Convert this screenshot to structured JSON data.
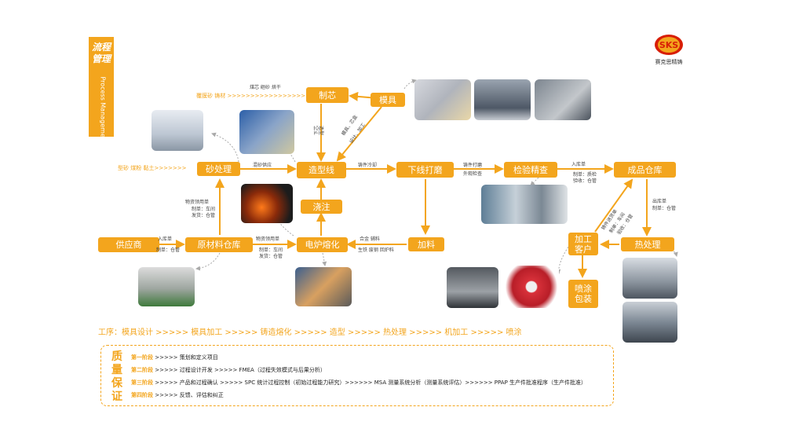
{
  "sidebar": {
    "title": "流程管理",
    "subtitle": "Process Management"
  },
  "logo": {
    "mark": "SKS",
    "text": "赛克思精铸"
  },
  "nodes": {
    "zhixin": "制芯",
    "moju": "模具",
    "shachuli": "砂处理",
    "zaoxingxian": "造型线",
    "xiaxian": "下线打磨",
    "jianyan": "检验精查",
    "chengpin": "成品仓库",
    "jiaozhu": "浇注",
    "gongyingshang": "供应商",
    "yuancailiao": "原材料仓库",
    "dianlu": "电炉熔化",
    "jialiao": "加料",
    "rechuli": "热处理",
    "jiagong_line1": "加工",
    "jiagong_line2": "客户",
    "pentu_line1": "喷涂",
    "pentu_line2": "包装"
  },
  "labels": {
    "fumoshaLine": "覆膜砂 铸材 >>>>>>>>>>>>>>>>>>>",
    "zhixinTop": "煤芯 砸砂 烘干",
    "yuanshaLine": "型砂 煤粉 黏土>>>>>>>",
    "hunsha": "混砂供应",
    "zhujianxialian": "铸件冷却",
    "zhujiandamo": "铸件打磨",
    "waiguanjiancha": "外观检查",
    "rukudan": "入库单",
    "rukudan_zhi": "制单：质检",
    "rukudan_yan": "验收：仓管",
    "chukudan": "出库单",
    "chukudan_zhi": "制单：仓管",
    "wuzi1": "物资领用单",
    "wuzi1_zhi": "制单：车间",
    "wuzi1_fa": "发货：仓管",
    "rukudan2": "入库单",
    "rukudan2_zhi": "制单：仓管",
    "wuzi2": "物资领用单",
    "wuzi2_zhi": "制单：车间",
    "wuzi2_fa": "发货：仓管",
    "hejin": "合金 辅料",
    "shengtie": "生铁 废钢 回炉料",
    "mojuDiag1": "模具、芯盒",
    "mojuDiag2": "设计、加工",
    "xiaxin": "下芯",
    "xiaxin2": "造型",
    "gongxu1": "铸件送货单",
    "gongxu2": "制单：车间",
    "gongxu3": "验收：仓管"
  },
  "process_line": "工序：模具设计 >>>>> 模具加工 >>>>> 铸造熔化 >>>>> 造型 >>>>> 热处理 >>>>> 机加工 >>>>> 喷涂",
  "quality": {
    "chars": [
      "质",
      "量",
      "保",
      "证"
    ],
    "rows": [
      {
        "stage": "第一阶段",
        "text": " >>>>>  策划和定义项目"
      },
      {
        "stage": "第二阶段",
        "text": " >>>>>  过程设计开发 >>>>> FMEA（过程失效模式与后果分析）"
      },
      {
        "stage": "第三阶段",
        "text": " >>>>>  产品和过程确认 >>>>> SPC 统计过程控制（初始过程能力研究）>>>>>> MSA 测量系统分析（测量系统评估）>>>>>> PPAP 生产件批准程序（生产件批准）"
      },
      {
        "stage": "第四阶段",
        "text": " >>>>>  反馈、评估和纠正"
      }
    ]
  },
  "colors": {
    "accent": "#f3a51d",
    "text": "#444444"
  }
}
